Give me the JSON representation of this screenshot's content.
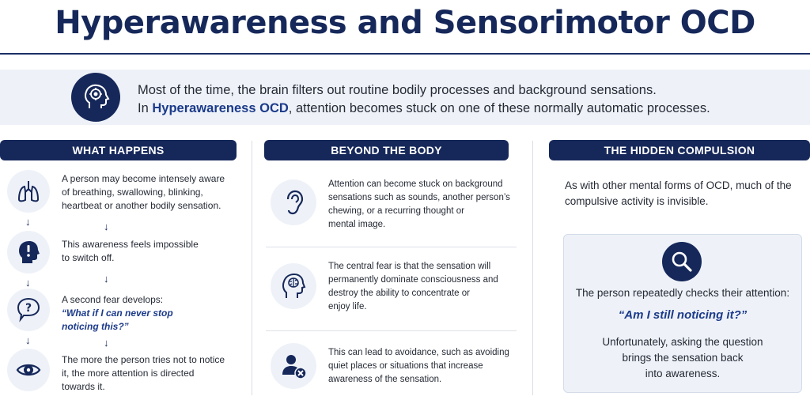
{
  "title": "Hyperawareness and Sensorimotor OCD",
  "intro": {
    "line1": "Most of the time, the brain filters out routine bodily processes and background sensations.",
    "line2_prefix": "In ",
    "line2_highlight": "Hyperawareness OCD",
    "line2_suffix": ", attention becomes stuck on one of these normally automatic processes.",
    "icon": "brain-head-icon"
  },
  "colors": {
    "navy": "#16285a",
    "accent": "#1b3a8a",
    "panel": "#eef2f8"
  },
  "columns": {
    "what_happens": {
      "header": "WHAT HAPPENS",
      "steps": [
        {
          "icon": "lungs-icon",
          "lines": [
            "A person may become intensely aware",
            "of breathing, swallowing, blinking,",
            "heartbeat or another bodily sensation."
          ]
        },
        {
          "icon": "alert-head-icon",
          "lines": [
            "This awareness feels impossible",
            "to switch off."
          ]
        },
        {
          "icon": "question-thought-icon",
          "lines": [
            "A second fear develops:"
          ],
          "quote_lines": [
            "“What if I can never stop",
            "noticing this?”"
          ]
        },
        {
          "icon": "eye-icon",
          "lines": [
            "The more the person tries not to notice",
            "it, the more attention is directed",
            "towards it."
          ]
        }
      ],
      "arrow": "↓"
    },
    "beyond_the_body": {
      "header": "BEYOND THE BODY",
      "items": [
        {
          "icon": "ear-icon",
          "lines": [
            "Attention can become stuck on background",
            "sensations such as sounds, another person’s",
            "chewing, or a recurring thought or",
            "mental image."
          ]
        },
        {
          "icon": "brain-head-icon",
          "lines": [
            "The central fear is that the sensation will",
            "permanently dominate consciousness and",
            "destroy the ability to concentrate or",
            "enjoy life."
          ]
        },
        {
          "icon": "person-cancel-icon",
          "lines": [
            "This can lead to avoidance, such as avoiding",
            "quiet places or situations that increase",
            "awareness of the sensation."
          ]
        }
      ]
    },
    "hidden_compulsion": {
      "header": "THE HIDDEN COMPULSION",
      "intro_lines": [
        "As with other mental forms of OCD, much of the",
        "compulsive activity is invisible."
      ],
      "callout": {
        "icon": "magnifier-icon",
        "line1": "The person repeatedly checks their attention:",
        "quote": "“Am I still noticing it?”",
        "closing_lines": [
          "Unfortunately, asking the question",
          "brings the sensation back",
          "into awareness."
        ]
      }
    }
  }
}
